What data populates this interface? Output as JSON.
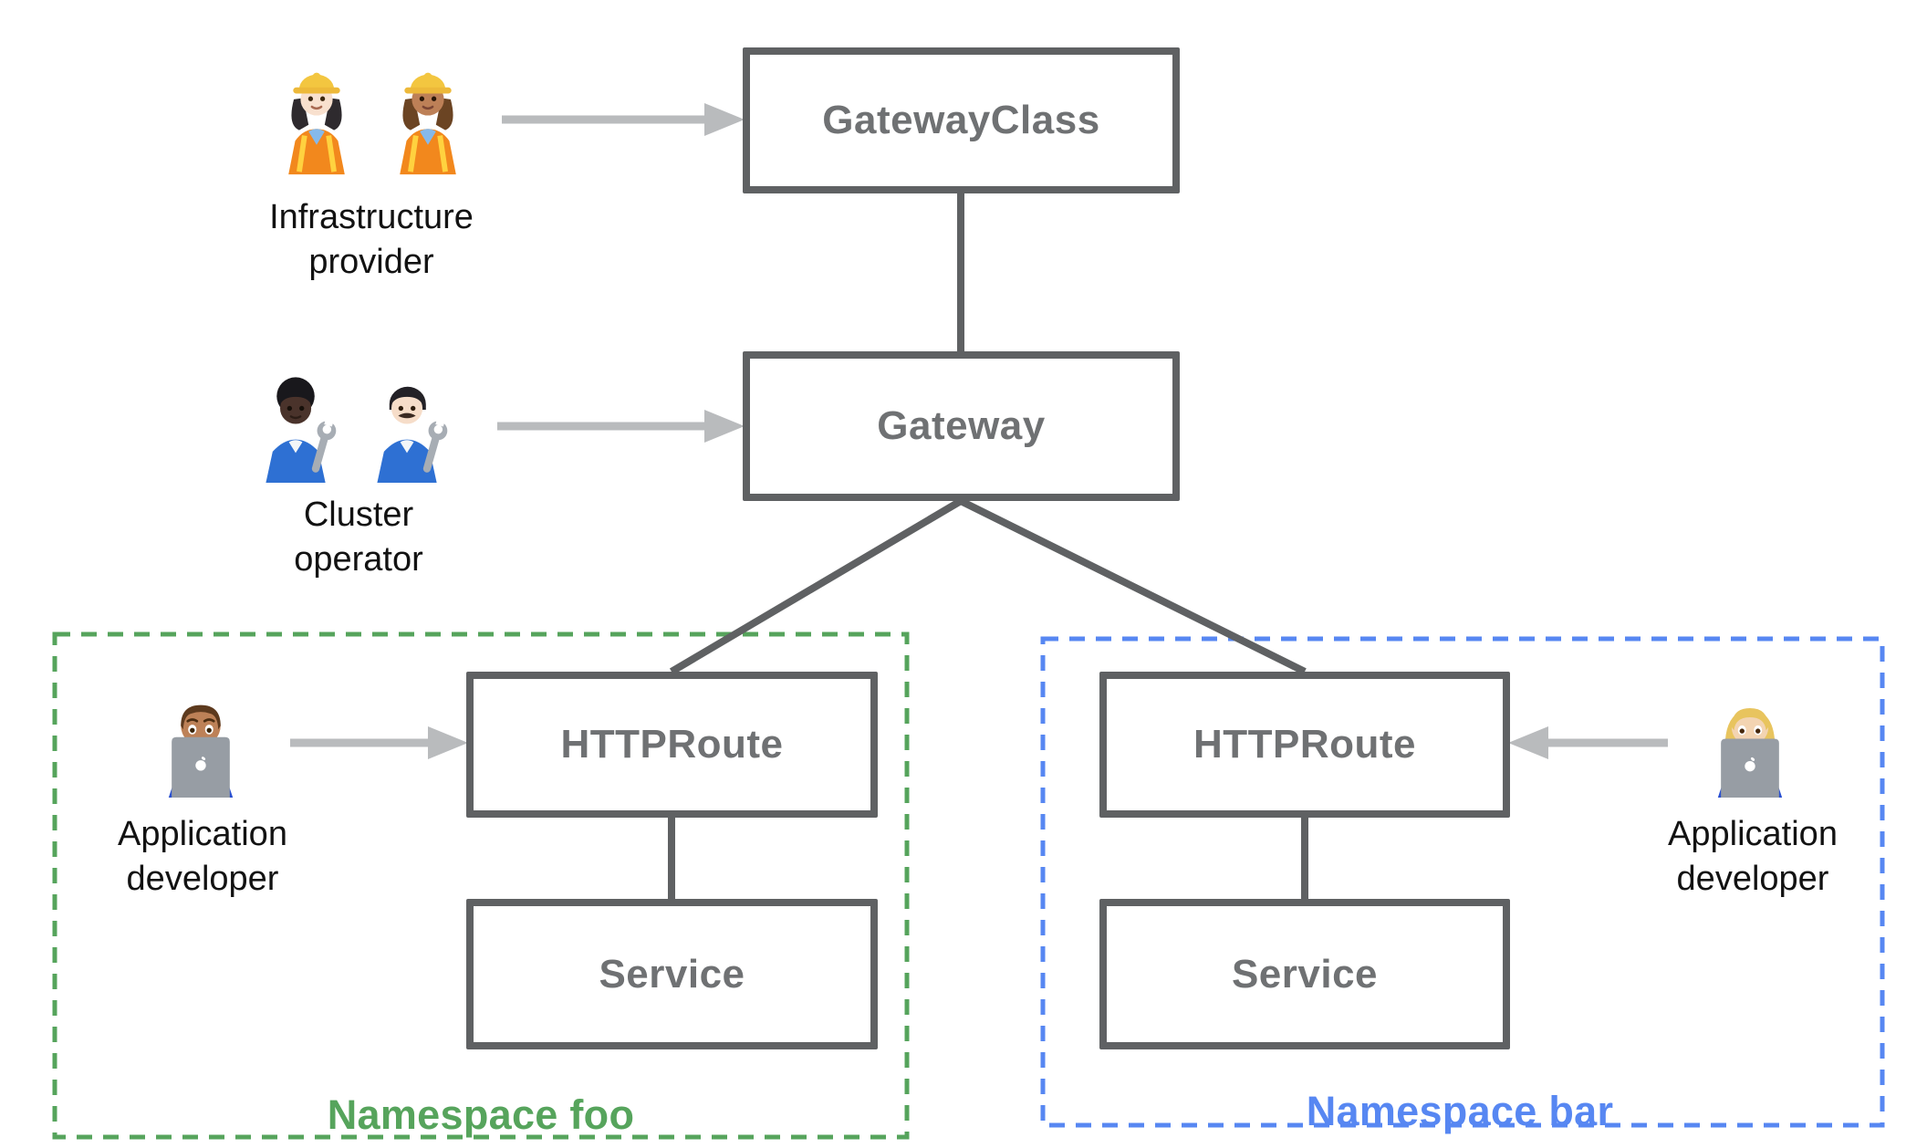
{
  "nodes": {
    "gateway_class": {
      "label": "GatewayClass"
    },
    "gateway": {
      "label": "Gateway"
    },
    "httproute_foo": {
      "label": "HTTPRoute"
    },
    "service_foo": {
      "label": "Service"
    },
    "httproute_bar": {
      "label": "HTTPRoute"
    },
    "service_bar": {
      "label": "Service"
    }
  },
  "namespaces": {
    "foo": {
      "label": "Namespace foo",
      "color": "#56a45c"
    },
    "bar": {
      "label": "Namespace bar",
      "color": "#5787f2"
    }
  },
  "personas": {
    "infrastructure_provider": {
      "label": "Infrastructure\nprovider",
      "icons": [
        "woman-construction-worker-light",
        "woman-construction-worker-medium"
      ]
    },
    "cluster_operator": {
      "label": "Cluster\noperator",
      "icons": [
        "mechanic-dark",
        "man-mechanic-light"
      ]
    },
    "application_developer_foo": {
      "label": "Application\ndeveloper",
      "icons": [
        "man-technologist"
      ]
    },
    "application_developer_bar": {
      "label": "Application\ndeveloper",
      "icons": [
        "woman-technologist"
      ]
    }
  },
  "colors": {
    "node_border": "#5f6163",
    "node_text": "#6f7173",
    "connector": "#5f6163",
    "arrow": "#b9bbbd",
    "persona_text": "#121212",
    "background": "#ffffff"
  }
}
